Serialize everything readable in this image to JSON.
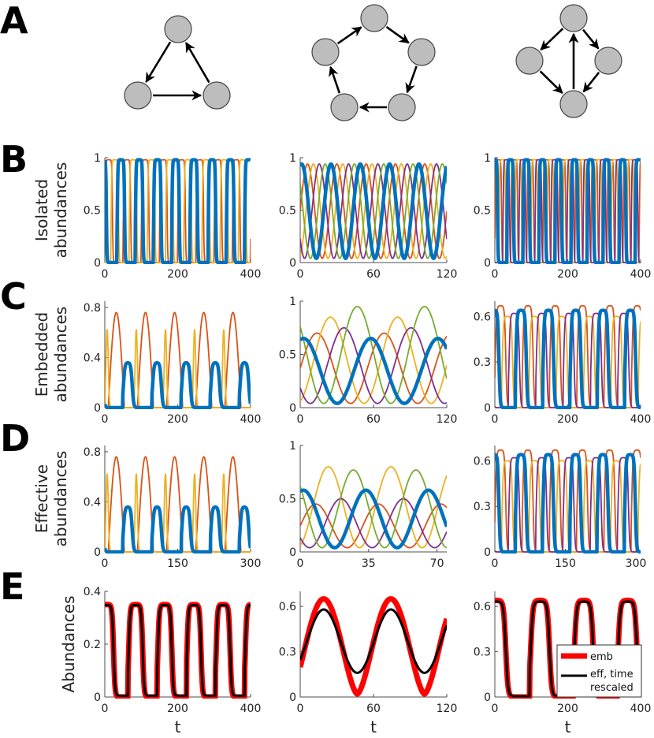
{
  "panel_letters": [
    "A",
    "B",
    "C",
    "D",
    "E"
  ],
  "colors": {
    "blue": "#0072BD",
    "orange": "#D95319",
    "yellow": "#EDB120",
    "purple": "#7E2F8E",
    "green": "#77AC30",
    "red": "#FF0000",
    "black": "#000000",
    "node_fill": "#BDBDBD"
  },
  "networks": [
    {
      "name": "three-species",
      "nodes": 3,
      "edges": [
        [
          0,
          1
        ],
        [
          1,
          2
        ],
        [
          2,
          0
        ]
      ]
    },
    {
      "name": "five-species",
      "nodes": 5,
      "edges": [
        [
          0,
          1
        ],
        [
          1,
          2
        ],
        [
          2,
          3
        ],
        [
          3,
          4
        ],
        [
          4,
          0
        ]
      ]
    },
    {
      "name": "four-species",
      "nodes": 4,
      "edges": [
        [
          0,
          1
        ],
        [
          1,
          2
        ],
        [
          2,
          0
        ],
        [
          0,
          3
        ],
        [
          3,
          2
        ]
      ]
    }
  ],
  "row_labels": {
    "B": [
      "Isolated",
      "abundances"
    ],
    "C": [
      "Embedded",
      "abundances"
    ],
    "D": [
      "Effective",
      "abundances"
    ],
    "E": [
      "Abundances"
    ]
  },
  "x_label": "t",
  "legend": {
    "entries": [
      "emb",
      "eff, time",
      "rescaled"
    ]
  },
  "chart_data": [
    {
      "id": "B1",
      "type": "line",
      "row": "B",
      "col": 0,
      "xlim": [
        0,
        400
      ],
      "ylim": [
        0,
        1
      ],
      "xticks": [
        0,
        200,
        400
      ],
      "yticks": [
        0,
        0.5,
        1
      ],
      "ytick_labels": [
        "0",
        "0.5",
        "1"
      ],
      "period": 50,
      "n_species": 3,
      "highlight_color": "blue",
      "series": [
        {
          "color": "orange"
        },
        {
          "color": "yellow"
        },
        {
          "color": "blue"
        }
      ]
    },
    {
      "id": "B2",
      "type": "line",
      "row": "B",
      "col": 1,
      "xlim": [
        0,
        120
      ],
      "ylim": [
        0,
        1
      ],
      "xticks": [
        0,
        60,
        120
      ],
      "yticks": [
        0,
        0.5,
        1
      ],
      "ytick_labels": [
        "0",
        "0.5",
        "1"
      ],
      "period": 24,
      "n_species": 5,
      "series": [
        {
          "color": "orange"
        },
        {
          "color": "yellow"
        },
        {
          "color": "purple"
        },
        {
          "color": "green"
        },
        {
          "color": "blue"
        }
      ]
    },
    {
      "id": "B3",
      "type": "line",
      "row": "B",
      "col": 2,
      "xlim": [
        0,
        400
      ],
      "ylim": [
        0,
        1
      ],
      "xticks": [
        0,
        200,
        400
      ],
      "yticks": [
        0,
        0.5,
        1
      ],
      "ytick_labels": [
        "0",
        "0.5",
        "1"
      ],
      "period": 44,
      "n_species": 4,
      "series": [
        {
          "color": "orange"
        },
        {
          "color": "yellow"
        },
        {
          "color": "purple"
        },
        {
          "color": "blue"
        }
      ]
    },
    {
      "id": "C1",
      "type": "line",
      "row": "C",
      "col": 0,
      "xlim": [
        0,
        400
      ],
      "ylim": [
        0,
        0.85
      ],
      "xticks": [
        0,
        200,
        400
      ],
      "yticks": [
        0,
        0.4,
        0.8
      ],
      "ytick_labels": [
        "0",
        "0.4",
        "0.8"
      ],
      "period": 80,
      "peaks": {
        "orange": 0.76,
        "yellow": 0.74,
        "blue": 0.36
      },
      "series": [
        {
          "color": "orange"
        },
        {
          "color": "yellow"
        },
        {
          "color": "blue"
        }
      ]
    },
    {
      "id": "C2",
      "type": "line",
      "row": "C",
      "col": 1,
      "xlim": [
        0,
        120
      ],
      "ylim": [
        0,
        1
      ],
      "xticks": [
        0,
        60,
        120
      ],
      "yticks": [
        0,
        0.5,
        1
      ],
      "ytick_labels": [
        "0",
        "0.5",
        "1"
      ],
      "period": 55,
      "peaks": {
        "blue": 0.65,
        "green": 0.95,
        "yellow": 0.85,
        "purple": 0.75,
        "orange": 0.7
      },
      "series": [
        {
          "color": "orange"
        },
        {
          "color": "yellow"
        },
        {
          "color": "purple"
        },
        {
          "color": "green"
        },
        {
          "color": "blue"
        }
      ]
    },
    {
      "id": "C3",
      "type": "line",
      "row": "C",
      "col": 2,
      "xlim": [
        0,
        400
      ],
      "ylim": [
        0,
        0.7
      ],
      "xticks": [
        0,
        200,
        400
      ],
      "yticks": [
        0,
        0.3,
        0.6
      ],
      "ytick_labels": [
        "0",
        "0.3",
        "0.6"
      ],
      "period": 75,
      "peaks": {
        "orange": 0.67,
        "purple": 0.62,
        "yellow": 0.6,
        "blue": 0.64
      },
      "series": [
        {
          "color": "orange"
        },
        {
          "color": "yellow"
        },
        {
          "color": "purple"
        },
        {
          "color": "blue"
        }
      ]
    },
    {
      "id": "D1",
      "type": "line",
      "row": "D",
      "col": 0,
      "xlim": [
        0,
        300
      ],
      "ylim": [
        0,
        0.85
      ],
      "xticks": [
        0,
        150,
        300
      ],
      "yticks": [
        0,
        0.4,
        0.8
      ],
      "ytick_labels": [
        "0",
        "0.4",
        "0.8"
      ],
      "period": 60,
      "peaks": {
        "orange": 0.76,
        "yellow": 0.74,
        "blue": 0.36
      },
      "series": [
        {
          "color": "orange"
        },
        {
          "color": "yellow"
        },
        {
          "color": "blue"
        }
      ]
    },
    {
      "id": "D2",
      "type": "line",
      "row": "D",
      "col": 1,
      "xlim": [
        0,
        75
      ],
      "ylim": [
        0,
        1
      ],
      "xticks": [
        0,
        35,
        70
      ],
      "yticks": [
        0,
        0.5,
        1
      ],
      "ytick_labels": [
        "0",
        "0.5",
        "1"
      ],
      "period": 32,
      "peaks": {
        "blue": 0.58,
        "green": 0.77,
        "yellow": 0.8,
        "purple": 0.5,
        "orange": 0.45
      },
      "series": [
        {
          "color": "orange"
        },
        {
          "color": "yellow"
        },
        {
          "color": "purple"
        },
        {
          "color": "green"
        },
        {
          "color": "blue"
        }
      ]
    },
    {
      "id": "D3",
      "type": "line",
      "row": "D",
      "col": 2,
      "xlim": [
        0,
        310
      ],
      "ylim": [
        0,
        0.7
      ],
      "xticks": [
        0,
        150,
        300
      ],
      "yticks": [
        0,
        0.3,
        0.6
      ],
      "ytick_labels": [
        "0",
        "0.3",
        "0.6"
      ],
      "period": 58,
      "peaks": {
        "orange": 0.67,
        "purple": 0.62,
        "yellow": 0.6,
        "blue": 0.64
      },
      "series": [
        {
          "color": "orange"
        },
        {
          "color": "yellow"
        },
        {
          "color": "purple"
        },
        {
          "color": "blue"
        }
      ]
    },
    {
      "id": "E1",
      "type": "line",
      "row": "E",
      "col": 0,
      "xlim": [
        0,
        400
      ],
      "ylim": [
        0,
        0.4
      ],
      "xticks": [
        0,
        200,
        400
      ],
      "yticks": [
        0,
        0.2,
        0.4
      ],
      "ytick_labels": [
        "0",
        "0.2",
        "0.4"
      ],
      "period": 80,
      "peak": 0.35,
      "series": [
        {
          "label": "emb",
          "color": "red"
        },
        {
          "label": "eff, time rescaled",
          "color": "black"
        }
      ]
    },
    {
      "id": "E2",
      "type": "line",
      "row": "E",
      "col": 1,
      "xlim": [
        0,
        120
      ],
      "ylim": [
        0,
        0.7
      ],
      "xticks": [
        0,
        60,
        120
      ],
      "yticks": [
        0,
        0.3,
        0.6
      ],
      "ytick_labels": [
        "0",
        "0.3",
        "0.6"
      ],
      "period": 55,
      "emb_range": [
        0.02,
        0.65
      ],
      "eff_range": [
        0.16,
        0.58
      ],
      "series": [
        {
          "label": "emb",
          "color": "red"
        },
        {
          "label": "eff, time rescaled",
          "color": "black"
        }
      ]
    },
    {
      "id": "E3",
      "type": "line",
      "row": "E",
      "col": 2,
      "xlim": [
        0,
        400
      ],
      "ylim": [
        0,
        0.7
      ],
      "xticks": [
        0,
        200,
        400
      ],
      "yticks": [
        0,
        0.3,
        0.6
      ],
      "ytick_labels": [
        "0",
        "0.3",
        "0.6"
      ],
      "period": 120,
      "peak": 0.64,
      "series": [
        {
          "label": "emb",
          "color": "red"
        },
        {
          "label": "eff, time rescaled",
          "color": "black"
        }
      ]
    }
  ]
}
